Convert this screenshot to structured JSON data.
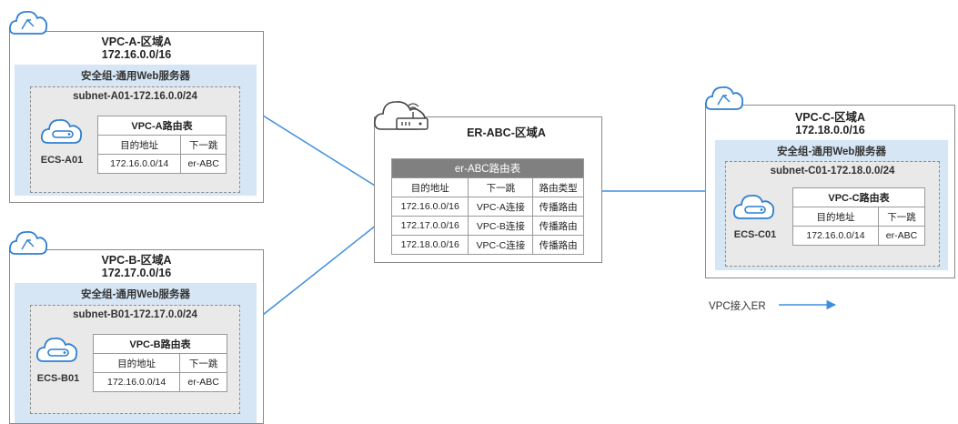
{
  "colors": {
    "arrow": "#3d8ee0",
    "security_group": "#d6e6f5",
    "subnet": "#e9e9e9",
    "er_table_header": "#808080"
  },
  "vpc_a": {
    "title_line1": "VPC-A-区域A",
    "title_line2": "172.16.0.0/16",
    "security_group": "安全组-通用Web服务器",
    "subnet": "subnet-A01-172.16.0.0/24",
    "ecs": "ECS-A01",
    "route_table": {
      "title": "VPC-A路由表",
      "headers": [
        "目的地址",
        "下一跳"
      ],
      "rows": [
        [
          "172.16.0.0/14",
          "er-ABC"
        ]
      ]
    }
  },
  "vpc_b": {
    "title_line1": "VPC-B-区域A",
    "title_line2": "172.17.0.0/16",
    "security_group": "安全组-通用Web服务器",
    "subnet": "subnet-B01-172.17.0.0/24",
    "ecs": "ECS-B01",
    "route_table": {
      "title": "VPC-B路由表",
      "headers": [
        "目的地址",
        "下一跳"
      ],
      "rows": [
        [
          "172.16.0.0/14",
          "er-ABC"
        ]
      ]
    }
  },
  "vpc_c": {
    "title_line1": "VPC-C-区域A",
    "title_line2": "172.18.0.0/16",
    "security_group": "安全组-通用Web服务器",
    "subnet": "subnet-C01-172.18.0.0/24",
    "ecs": "ECS-C01",
    "route_table": {
      "title": "VPC-C路由表",
      "headers": [
        "目的地址",
        "下一跳"
      ],
      "rows": [
        [
          "172.16.0.0/14",
          "er-ABC"
        ]
      ]
    }
  },
  "er": {
    "title": "ER-ABC-区域A",
    "route_table": {
      "title": "er-ABC路由表",
      "headers": [
        "目的地址",
        "下一跳",
        "路由类型"
      ],
      "rows": [
        [
          "172.16.0.0/16",
          "VPC-A连接",
          "传播路由"
        ],
        [
          "172.17.0.0/16",
          "VPC-B连接",
          "传播路由"
        ],
        [
          "172.18.0.0/16",
          "VPC-C连接",
          "传播路由"
        ]
      ]
    }
  },
  "legend": {
    "label": "VPC接入ER"
  }
}
